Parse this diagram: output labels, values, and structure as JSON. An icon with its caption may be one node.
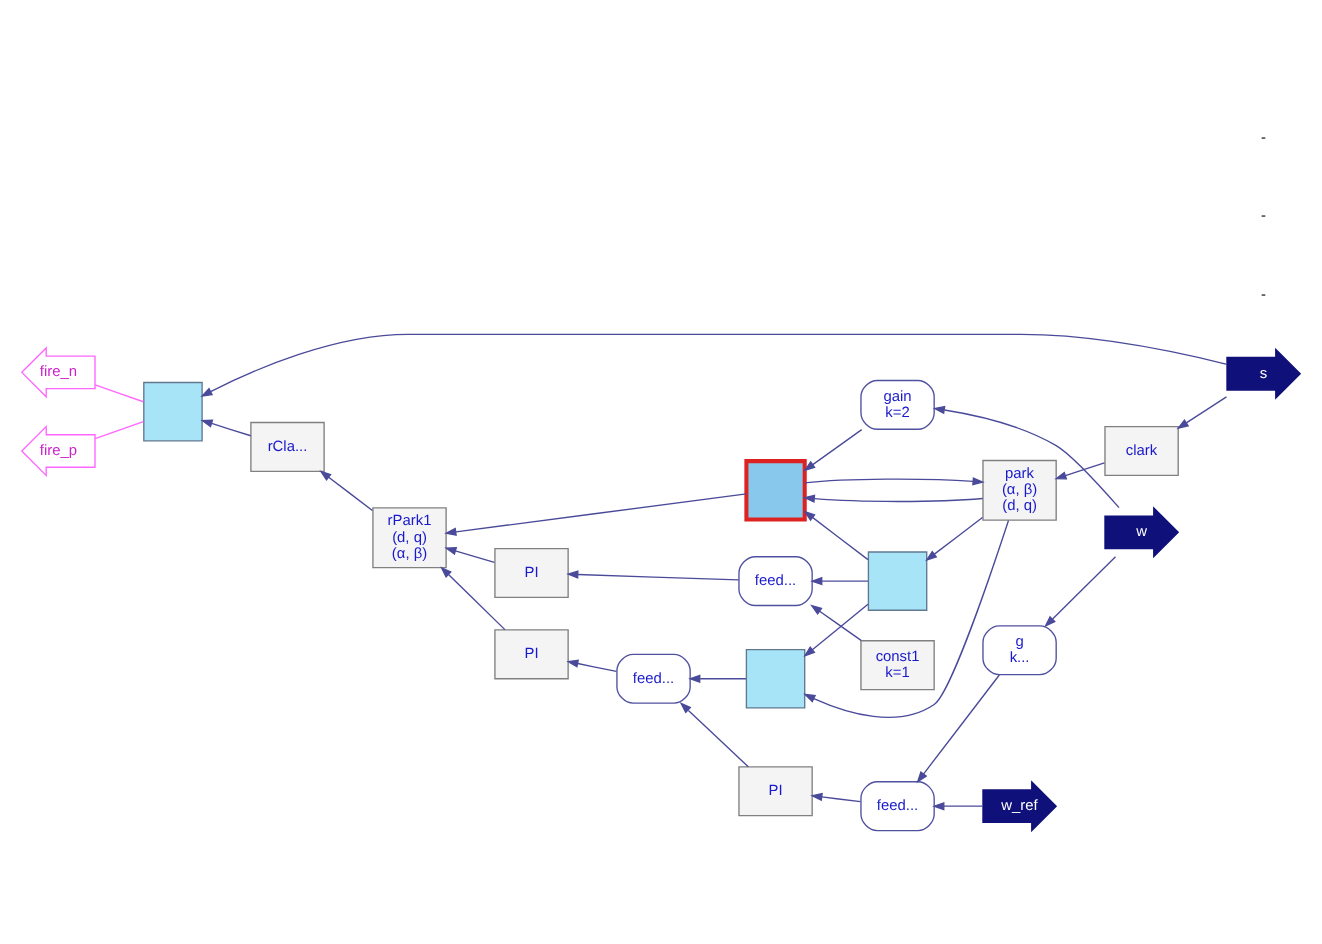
{
  "diagram": {
    "nodes": [
      {
        "text": [
          "rCla..."
        ]
      },
      {
        "text": [
          "rPark1",
          "(d, q)",
          "(α, β)"
        ]
      },
      {
        "text": [
          "PI"
        ]
      },
      {
        "text": [
          "feed..."
        ]
      },
      {
        "text": [
          "const1",
          "k=1"
        ]
      },
      {
        "text": [
          "PI"
        ]
      },
      {
        "text": [
          "feed..."
        ]
      },
      {
        "text": [
          "PI"
        ]
      },
      {
        "text": [
          "feed..."
        ]
      },
      {
        "text": [
          "w_ref"
        ]
      },
      {
        "text": [
          "g",
          "k..."
        ]
      },
      {
        "text": [
          "gain",
          "k=2"
        ]
      },
      {
        "text": [
          "w"
        ]
      },
      {
        "text": [
          "fire_n"
        ]
      },
      {
        "text": [
          "fire_p"
        ]
      },
      {
        "text": [],
        "shape": "box"
      },
      {
        "text": [],
        "shape": "box"
      },
      {
        "text": [],
        "shape": "box"
      },
      {
        "text": [],
        "shape": "box"
      },
      {
        "text": [
          "clark"
        ]
      },
      {
        "text": [
          "park",
          "(α, β)",
          "(d, q)"
        ]
      },
      {
        "text": [
          "s"
        ]
      }
    ],
    "edges": [
      {
        "from": 4,
        "to": 3,
        "arrow": "to"
      },
      {
        "from": 3,
        "to": 2,
        "arrow": "to"
      },
      {
        "from": 2,
        "to": 1,
        "arrow": "to"
      },
      {
        "from": 1,
        "to": 0,
        "arrow": "to"
      },
      {
        "from": 0,
        "to": 15,
        "arrow": "to"
      },
      {
        "from": 15,
        "to": 13,
        "arrow": "none",
        "color": "#ff66ff"
      },
      {
        "from": 15,
        "to": 14,
        "arrow": "none",
        "color": "#ff66ff"
      },
      {
        "from": 9,
        "to": 8,
        "arrow": "to"
      },
      {
        "from": 8,
        "to": 7,
        "arrow": "to"
      },
      {
        "from": 7,
        "to": 6,
        "arrow": "to"
      },
      {
        "from": 6,
        "to": 5,
        "arrow": "to"
      },
      {
        "from": 5,
        "to": 1,
        "arrow": "to"
      },
      {
        "from": 12,
        "to": 10,
        "arrow": "to"
      },
      {
        "from": 12,
        "to": 11,
        "arrow": "to"
      },
      {
        "from": 10,
        "to": 8,
        "arrow": "to"
      },
      {
        "from": 11,
        "to": 16,
        "arrow": "to"
      },
      {
        "from": 16,
        "to": 1,
        "arrow": "to"
      },
      {
        "from": 16,
        "to": 20,
        "arrow": "to"
      },
      {
        "from": 18,
        "to": 16,
        "arrow": "to"
      },
      {
        "from": 18,
        "to": 3,
        "arrow": "to"
      },
      {
        "from": 18,
        "to": 17,
        "arrow": "to"
      },
      {
        "from": 17,
        "to": 6,
        "arrow": "to"
      },
      {
        "from": 21,
        "to": 19,
        "arrow": "to"
      },
      {
        "from": 21,
        "to": 15,
        "arrow": "to"
      },
      {
        "from": 19,
        "to": 20,
        "arrow": "to"
      },
      {
        "from": 20,
        "to": 18,
        "arrow": "to"
      },
      {
        "from": 20,
        "to": 17,
        "arrow": "to"
      },
      {
        "from": 20,
        "to": 16,
        "arrow": "to"
      }
    ],
    "labels": [
      "-",
      "-",
      "-"
    ]
  }
}
